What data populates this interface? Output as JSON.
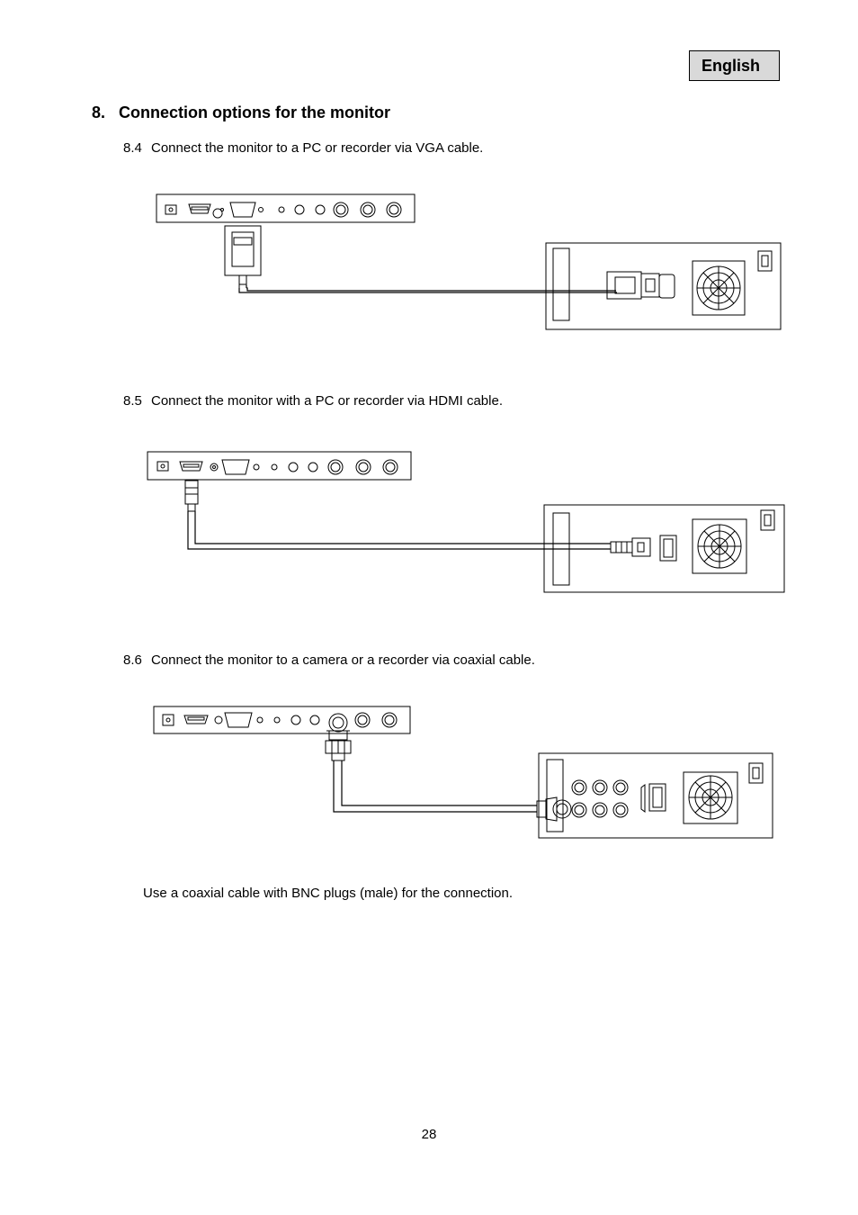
{
  "header": {
    "language_badge": "English"
  },
  "section": {
    "number": "8.",
    "title": "Connection options for the monitor",
    "steps": [
      {
        "number": "8.4",
        "text": "Connect the monitor to a PC or recorder via VGA cable.",
        "connection": "VGA"
      },
      {
        "number": "8.5",
        "text": "Connect the monitor with a PC or recorder via HDMI cable.",
        "connection": "HDMI"
      },
      {
        "number": "8.6",
        "text": "Connect the monitor to a camera or a recorder via coaxial cable.",
        "connection": "BNC coaxial"
      }
    ],
    "note": "Use a coaxial cable with BNC plugs (male) for the connection."
  },
  "footer": {
    "page_number": "28"
  }
}
